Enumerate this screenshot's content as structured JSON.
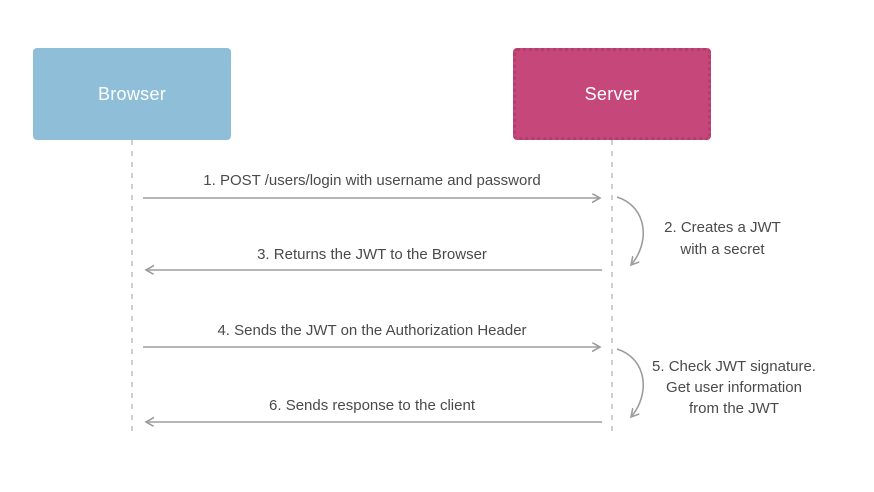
{
  "diagram": {
    "type": "sequence-diagram",
    "topic": "JWT authentication flow",
    "actors": [
      {
        "id": "browser",
        "label": "Browser",
        "color": "#8FBED8"
      },
      {
        "id": "server",
        "label": "Server",
        "color": "#C64779"
      }
    ],
    "colors": {
      "browser_box": "#8FBED8",
      "server_box": "#C64779",
      "server_box_border": "#B23E6E",
      "arrow": "#9D9D9D",
      "lifeline": "#CFCFCF",
      "text": "#4A4A4A"
    },
    "messages": [
      {
        "num": 1,
        "from": "Browser",
        "to": "Server",
        "kind": "arrow-right",
        "label": "1. POST /users/login with username and password"
      },
      {
        "num": 2,
        "actor": "Server",
        "kind": "self-call",
        "lines": [
          "2. Creates a JWT",
          "with a secret"
        ]
      },
      {
        "num": 3,
        "from": "Server",
        "to": "Browser",
        "kind": "arrow-left",
        "label": "3. Returns the JWT to the Browser"
      },
      {
        "num": 4,
        "from": "Browser",
        "to": "Server",
        "kind": "arrow-right",
        "label": "4. Sends the JWT on the Authorization Header"
      },
      {
        "num": 5,
        "actor": "Server",
        "kind": "self-call",
        "lines": [
          "5. Check JWT signature.",
          "Get user information",
          "from the JWT"
        ]
      },
      {
        "num": 6,
        "from": "Server",
        "to": "Browser",
        "kind": "arrow-left",
        "label": "6. Sends response to the client"
      }
    ]
  }
}
